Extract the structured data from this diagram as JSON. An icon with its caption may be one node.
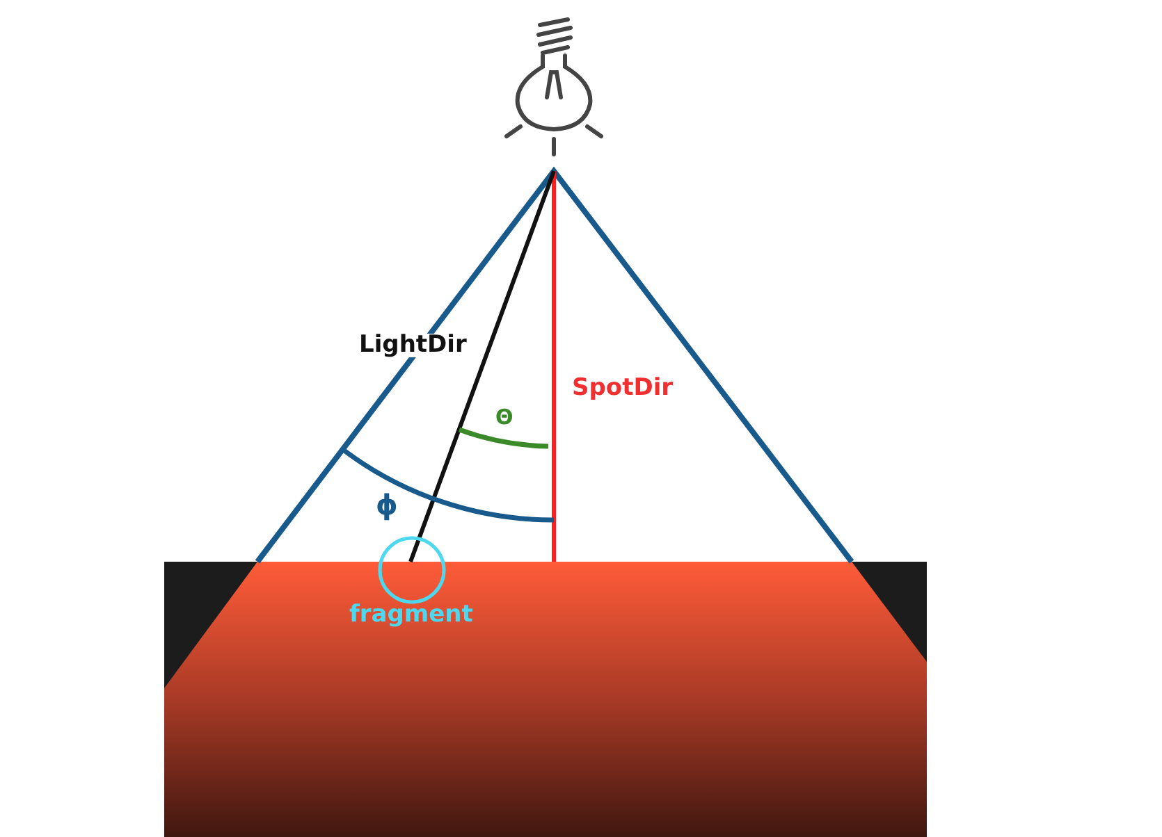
{
  "diagram": {
    "labels": [
      "LightDir",
      "SpotDir",
      "Θ",
      "ϕ",
      "fragment"
    ]
  }
}
